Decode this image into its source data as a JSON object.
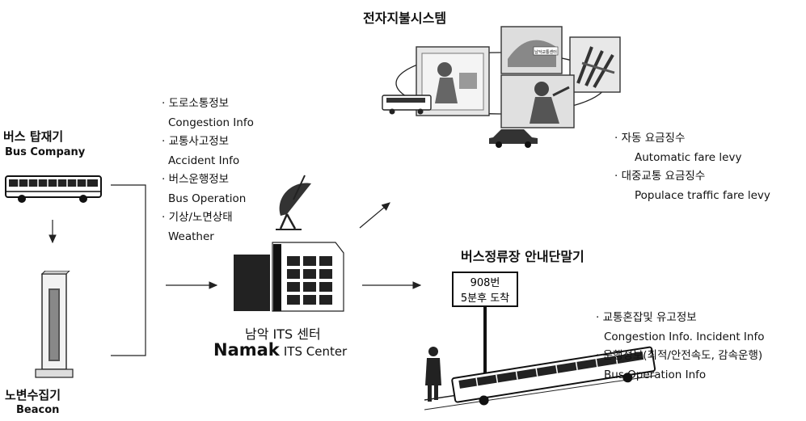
{
  "epay": {
    "title": "전자지불시스템",
    "card_text": "남악교통센터",
    "items": [
      "· 자동 요금징수",
      "Automatic fare levy",
      "· 대중교통 요금징수",
      "Populace traffic fare levy"
    ]
  },
  "bus_unit": {
    "title_ko": "버스 탑재기",
    "title_en": "Bus Company"
  },
  "beacon": {
    "title_ko": "노변수집기",
    "title_en": "Beacon"
  },
  "collected_info": [
    "· 도로소통정보",
    "Congestion Info",
    "· 교통사고정보",
    "Accident Info",
    "· 버스운행정보",
    "Bus Operation",
    "· 기상/노면상태",
    "Weather"
  ],
  "center": {
    "title_ko": "남악 ITS 센터",
    "title_en_bold": "Namak",
    "title_en_rest": "ITS Center"
  },
  "terminal": {
    "title": "버스정류장 안내단말기",
    "sign_line1": "908번",
    "sign_line2": "5분후 도착",
    "items": [
      "· 교통혼잡및 유고정보",
      "Congestion Info. Incident Info",
      "· 운행정보(최적/안전속도, 감속운행)",
      "Bus Operation Info"
    ]
  }
}
